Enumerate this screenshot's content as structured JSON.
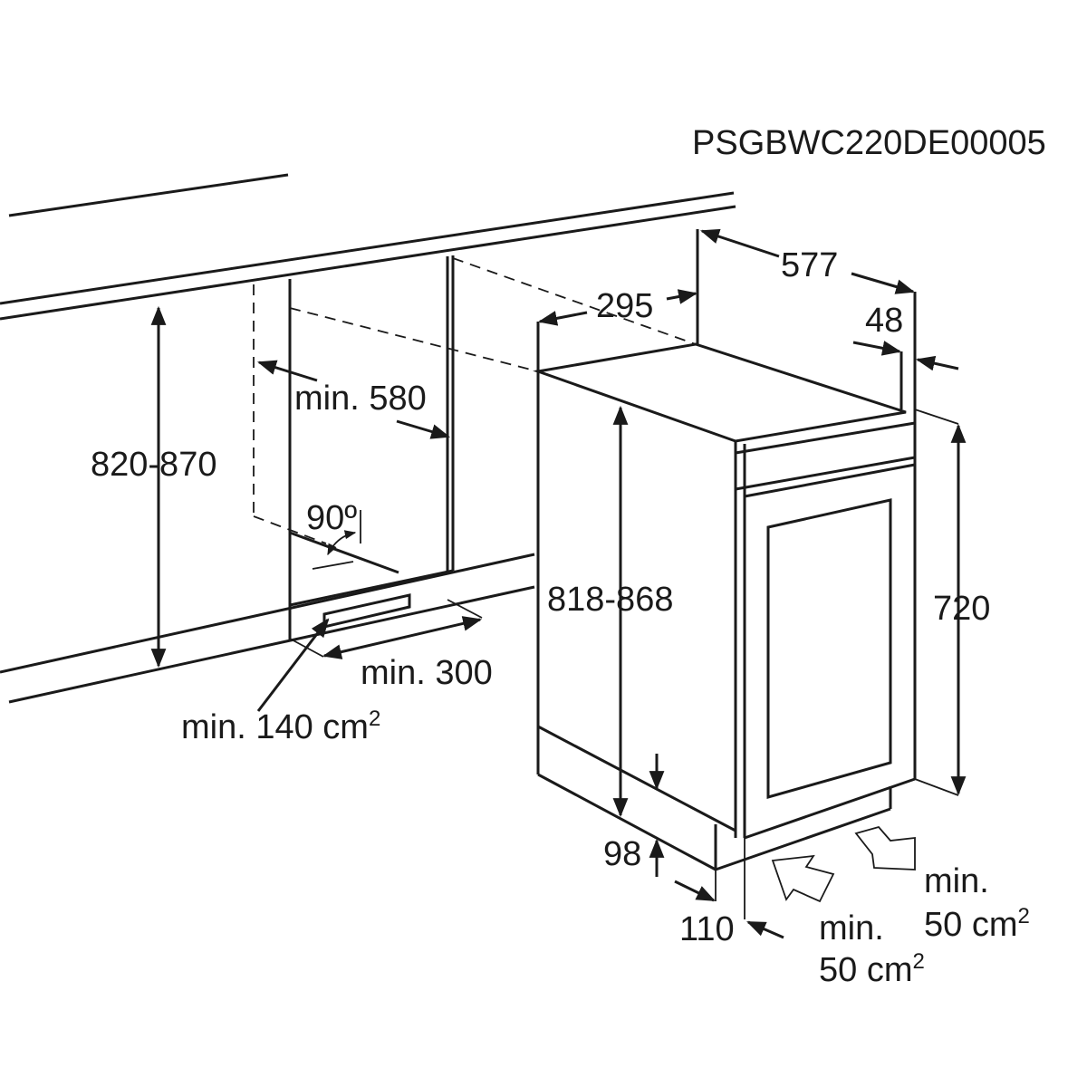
{
  "diagram": {
    "code": "PSGBWC220DE00005",
    "labels": {
      "depth": "577",
      "width": "295",
      "door_offset": "48",
      "niche_width": "min. 580",
      "niche_height": "820-870",
      "door_angle": "90º",
      "appliance_height": "818-868",
      "door_height": "720",
      "vent_length": "min. 300",
      "vent_area_top": "min. 140 cm",
      "plinth_height": "98",
      "plinth_depth": "110",
      "inlet_area_line1": "min.",
      "inlet_area_line2": "50 cm",
      "outlet_area_line1": "min.",
      "outlet_area_line2": "50 cm",
      "superscript": "2"
    }
  }
}
